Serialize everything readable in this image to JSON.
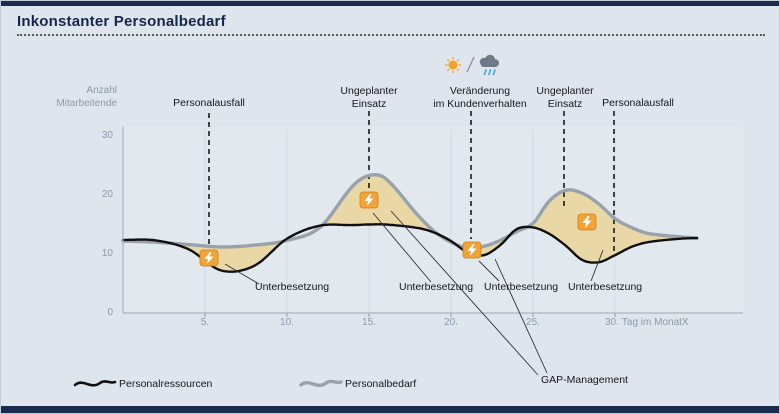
{
  "header": {
    "title": "Inkonstanter Personalbedarf"
  },
  "axis": {
    "y_title": [
      "Anzahl",
      "Mitarbeitende"
    ],
    "y_ticks": [
      "30",
      "20",
      "10",
      "0"
    ],
    "x_ticks": [
      "5.",
      "10.",
      "15.",
      "20.",
      "25.",
      "30."
    ],
    "x_suffix": "Tag im MonatX"
  },
  "annotations": {
    "personalausfall_left": "Personalausfall",
    "ungeplanter_einsatz_1": [
      "Ungeplanter",
      "Einsatz"
    ],
    "kundenverhalten": [
      "Veränderung",
      "im Kundenverhalten"
    ],
    "ungeplanter_einsatz_2": [
      "Ungeplanter",
      "Einsatz"
    ],
    "personalausfall_right": "Personalausfall",
    "weather_slash": "/"
  },
  "gap_labels": [
    "Unterbesetzung",
    "Unterbesetzung",
    "Unterbesetzung",
    "Unterbesetzung"
  ],
  "legend": {
    "resources": "Personalressourcen",
    "demand": "Personalbedarf",
    "gap": "GAP-Management"
  },
  "colors": {
    "navy": "#1b2b4e",
    "gap_fill": "#ead7a6",
    "demand_line": "#99a2ab",
    "resources_line": "#101010",
    "icon_orange": "#f2a338"
  },
  "chart_data": {
    "type": "line",
    "title": "Inkonstanter Personalbedarf",
    "xlabel": "Tag im MonatX",
    "ylabel": "Anzahl Mitarbeitende",
    "xlim": [
      0,
      35
    ],
    "ylim": [
      0,
      30
    ],
    "x_ticks": [
      5,
      10,
      15,
      20,
      25,
      30
    ],
    "y_ticks": [
      0,
      10,
      20,
      30
    ],
    "grid": "faint-vertical",
    "legend_position": "bottom",
    "x": [
      0,
      2,
      4,
      6,
      8,
      10,
      12,
      14,
      15,
      16,
      18,
      19,
      20,
      21,
      22,
      23,
      24,
      25,
      26,
      27,
      28,
      29,
      30,
      31,
      32,
      34,
      35
    ],
    "series": [
      {
        "name": "Personalbedarf",
        "color": "#99a2ab",
        "values": [
          12.2,
          12.0,
          11.6,
          11.2,
          11.5,
          12.3,
          14.5,
          21.5,
          23.3,
          22.8,
          16.5,
          13.8,
          12.0,
          11.0,
          11.3,
          12.3,
          13.8,
          15.2,
          19.0,
          20.8,
          20.3,
          18.5,
          16.0,
          14.5,
          13.5,
          12.9,
          12.7
        ]
      },
      {
        "name": "Personalressourcen",
        "color": "#101010",
        "values": [
          12.4,
          12.3,
          10.8,
          7.2,
          8.0,
          12.6,
          14.8,
          14.9,
          15.0,
          15.0,
          14.4,
          13.6,
          12.2,
          10.3,
          9.8,
          11.5,
          14.2,
          14.5,
          13.4,
          11.4,
          9.0,
          8.6,
          9.8,
          11.2,
          12.0,
          12.6,
          12.7
        ]
      }
    ],
    "gap_fill_color": "#ead7a6",
    "gap_label": "Unterbesetzung",
    "annotations": [
      {
        "label": "Personalausfall",
        "day": 5
      },
      {
        "label": "Ungeplanter Einsatz",
        "day": 15
      },
      {
        "label": "Veränderung im Kundenverhalten",
        "day": 21,
        "icons": [
          "sun-icon",
          "rain-cloud-icon"
        ]
      },
      {
        "label": "Ungeplanter Einsatz",
        "day": 27
      },
      {
        "label": "Personalausfall",
        "day": 30
      }
    ]
  }
}
